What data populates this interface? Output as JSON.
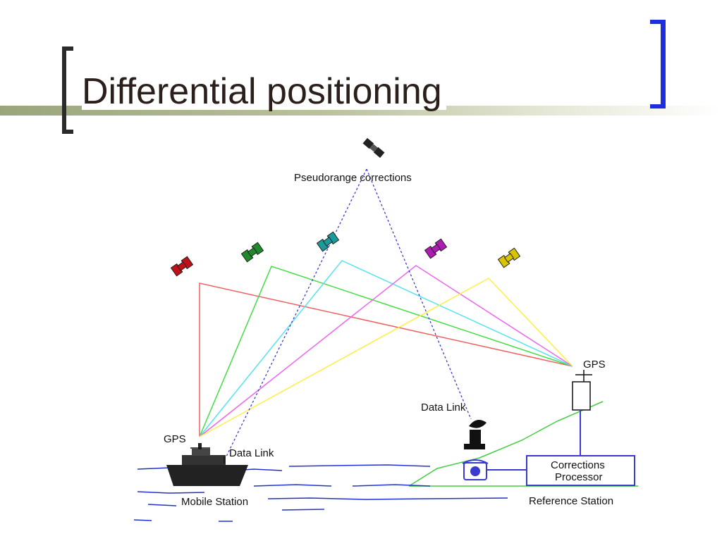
{
  "slide": {
    "title": "Differential positioning"
  },
  "diagram": {
    "labels": {
      "corrections": "Pseudorange corrections",
      "gps_mobile": "GPS",
      "gps_reference": "GPS",
      "data_link_mobile": "Data Link",
      "data_link_reference": "Data Link",
      "processor_line1": "Corrections",
      "processor_line2": "Processor",
      "mobile_station": "Mobile Station",
      "reference_station": "Reference Station"
    },
    "satellites": [
      {
        "name": "satellite-red",
        "color": "#c0101a",
        "line_color": "#f06060"
      },
      {
        "name": "satellite-green",
        "color": "#1e8a2a",
        "line_color": "#44dd44"
      },
      {
        "name": "satellite-cyan",
        "color": "#1a9a9a",
        "line_color": "#55e3f0"
      },
      {
        "name": "satellite-magenta",
        "color": "#b01ab5",
        "line_color": "#ee66ee"
      },
      {
        "name": "satellite-yellow",
        "color": "#d9c400",
        "line_color": "#ffee44"
      }
    ],
    "link_color": "#3a3ad0",
    "ground_color": "#44cc44",
    "water_color": "#2233cc"
  }
}
